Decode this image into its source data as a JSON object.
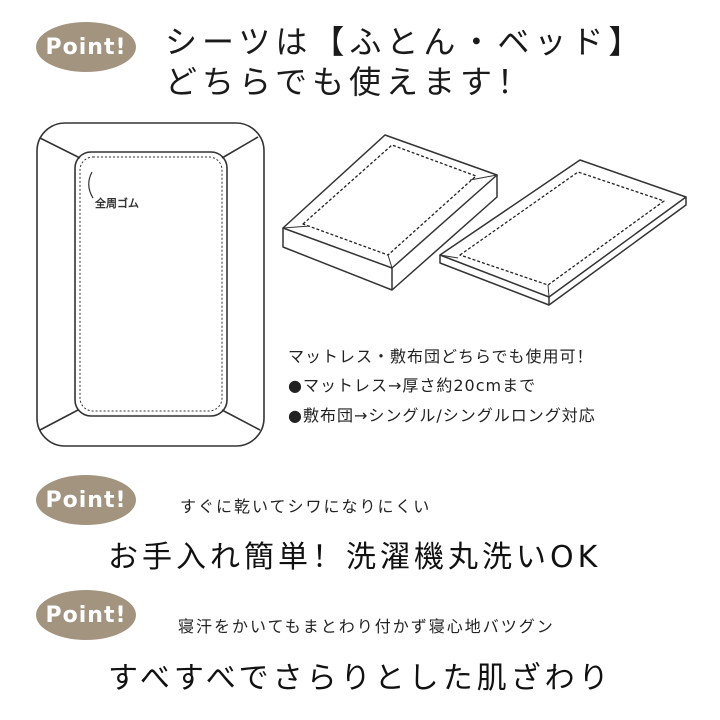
{
  "points": [
    {
      "badge": "Point!",
      "title_lines": [
        "シーツは【ふとん・ベッド】",
        "どちらでも使えます！"
      ]
    },
    {
      "badge": "Point!",
      "sub": "すぐに乾いてシワになりにくい",
      "headline": "お手入れ簡単！洗濯機丸洗いOK"
    },
    {
      "badge": "Point!",
      "sub": "寝汗をかいてもまとわり付かず寝心地バツグン",
      "headline": "すべすべでさらりとした肌ざわり"
    }
  ],
  "illustration": {
    "elastic_label": "全周ゴム"
  },
  "features": [
    "マットレス・敷布団どちらでも使用可！",
    "●マットレス→厚さ約20cmまで",
    "●敷布団→シングル/シングルロング対応"
  ]
}
